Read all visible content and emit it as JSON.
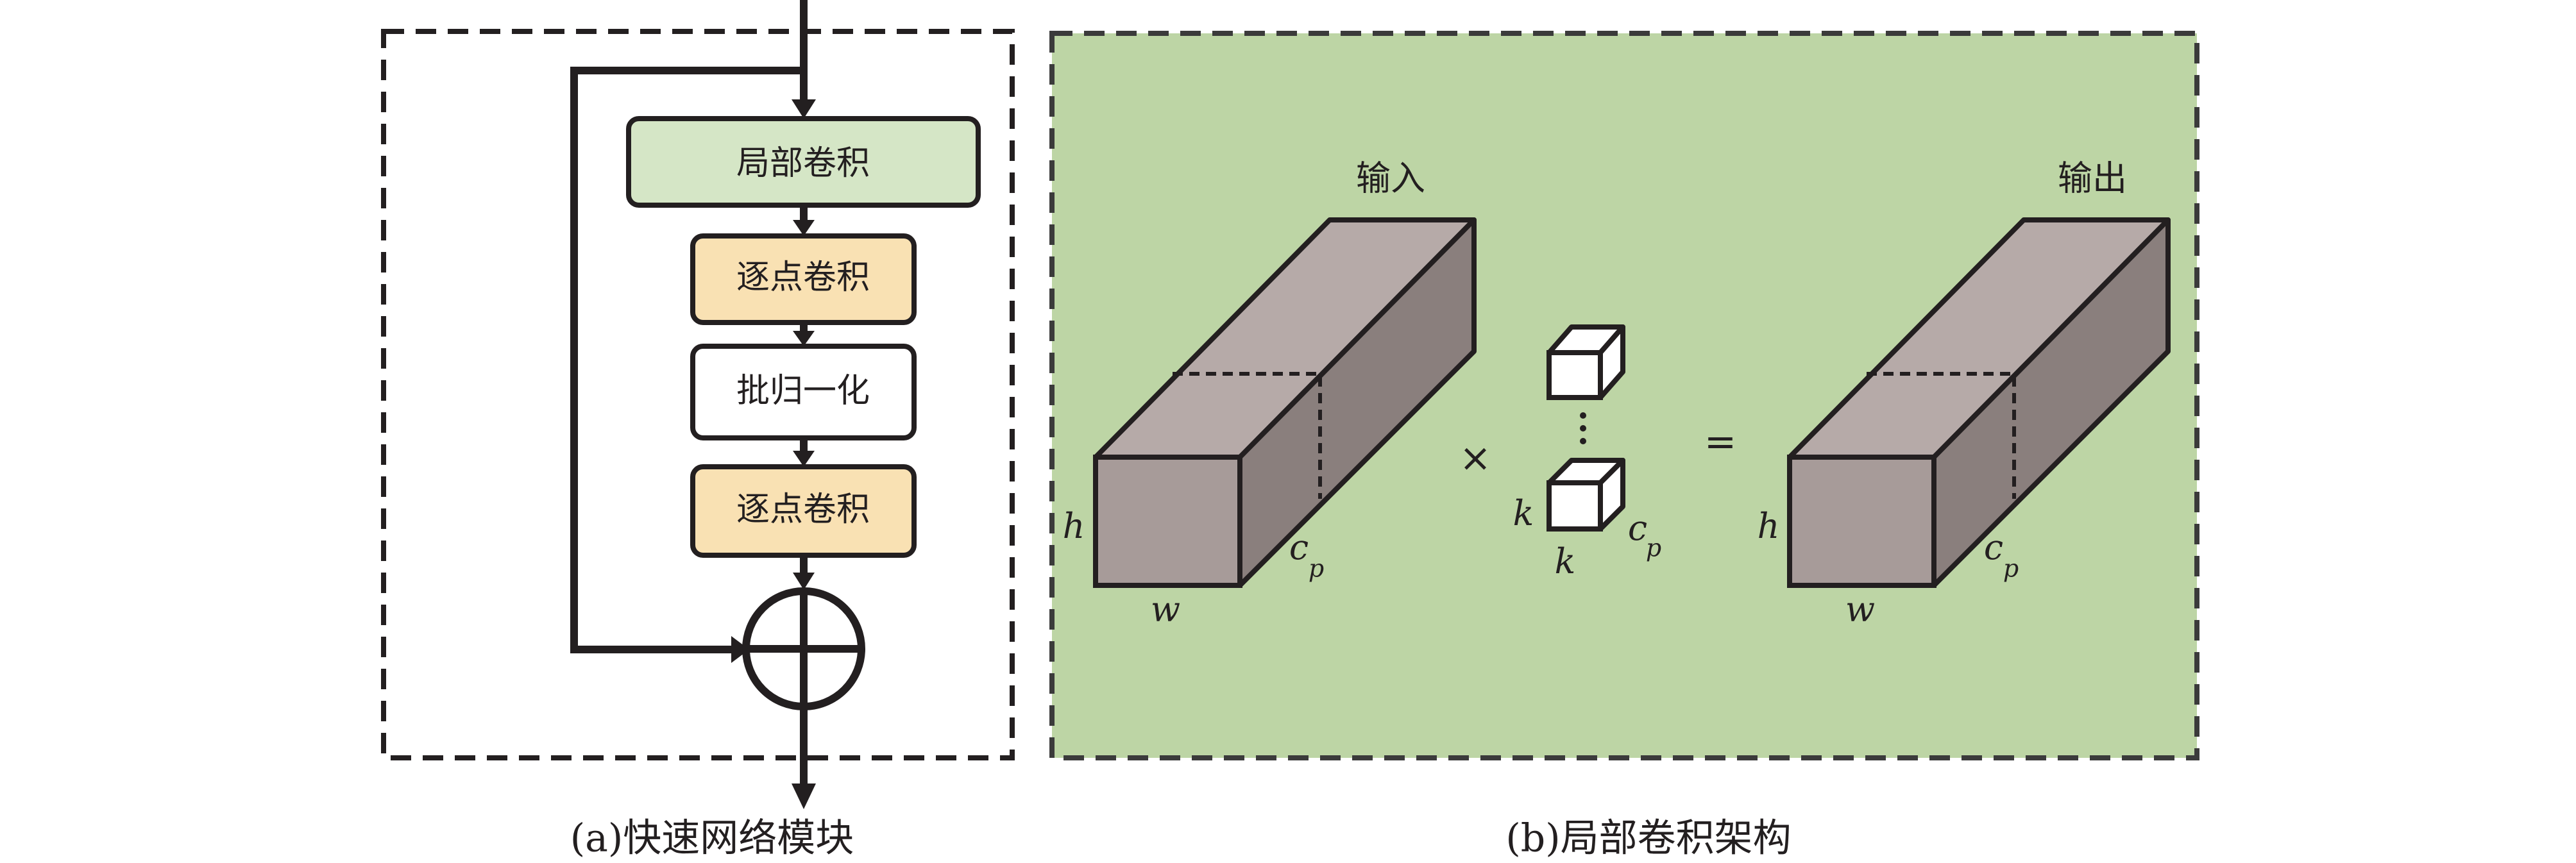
{
  "panel_a": {
    "blocks": {
      "local_conv": "局部卷积",
      "pointwise_conv_1": "逐点卷积",
      "batch_norm": "批归一化",
      "pointwise_conv_2": "逐点卷积"
    },
    "caption": "(a)快速网络模块"
  },
  "panel_b": {
    "input_label": "输入",
    "output_label": "输出",
    "multiply_symbol": "×",
    "equals_symbol": "=",
    "input_tensor": {
      "h": "h",
      "w": "w",
      "c": "c",
      "p": "p"
    },
    "kernel": {
      "k_side": "k",
      "k_bottom": "k",
      "c": "c",
      "p": "p"
    },
    "output_tensor": {
      "h": "h",
      "w": "w",
      "c": "c",
      "p": "p"
    },
    "caption": "(b)局部卷积架构"
  },
  "colors": {
    "local_conv_fill": "#d5e6c6",
    "pointwise_fill": "#f9e1b3",
    "batchnorm_fill": "#ffffff",
    "panel_b_background": "#bdd5a5",
    "box_front": "#a79b99",
    "box_top": "#b6aaa8",
    "box_side": "#8a7f7d",
    "stroke": "#231f20"
  }
}
